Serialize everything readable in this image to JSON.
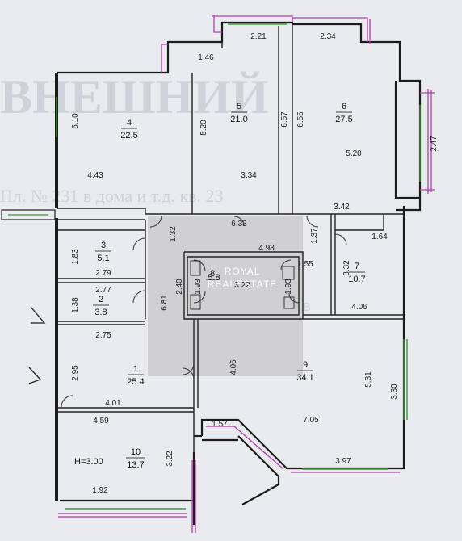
{
  "floor_plan": {
    "ceiling_height": "H=3.00",
    "watermark": [
      "ROYAL",
      "REALESTATE"
    ],
    "rooms": [
      {
        "num": "1",
        "area": "25.4"
      },
      {
        "num": "2",
        "area": "3.8"
      },
      {
        "num": "3",
        "area": "5.1"
      },
      {
        "num": "4",
        "area": "22.5"
      },
      {
        "num": "5",
        "area": "21.0"
      },
      {
        "num": "6",
        "area": "27.5"
      },
      {
        "num": "7",
        "area": "10.7"
      },
      {
        "num": "8",
        "area": "5.8"
      },
      {
        "num": "9",
        "area": "34.1"
      },
      {
        "num": "10",
        "area": "13.7"
      }
    ],
    "dimensions": [
      "2.21",
      "2.34",
      "1.46",
      "6.57",
      "6.55",
      "5.10",
      "5.20",
      "5.20",
      "2.47",
      "4.43",
      "3.34",
      "3.42",
      "6.33",
      "1.32",
      "4.98",
      "1.37",
      "1.64",
      "1.83",
      "2.79",
      "3.32",
      "1.55",
      "1.93",
      "3.22",
      "1.93",
      "2.40",
      "2.77",
      "1.38",
      "6.81",
      "4.06",
      "2.75",
      "2.95",
      "4.06",
      "5.31",
      "3.30",
      "4.01",
      "7.05",
      "4.59",
      "1.57",
      "3.22",
      "3.97",
      "1.92"
    ]
  }
}
